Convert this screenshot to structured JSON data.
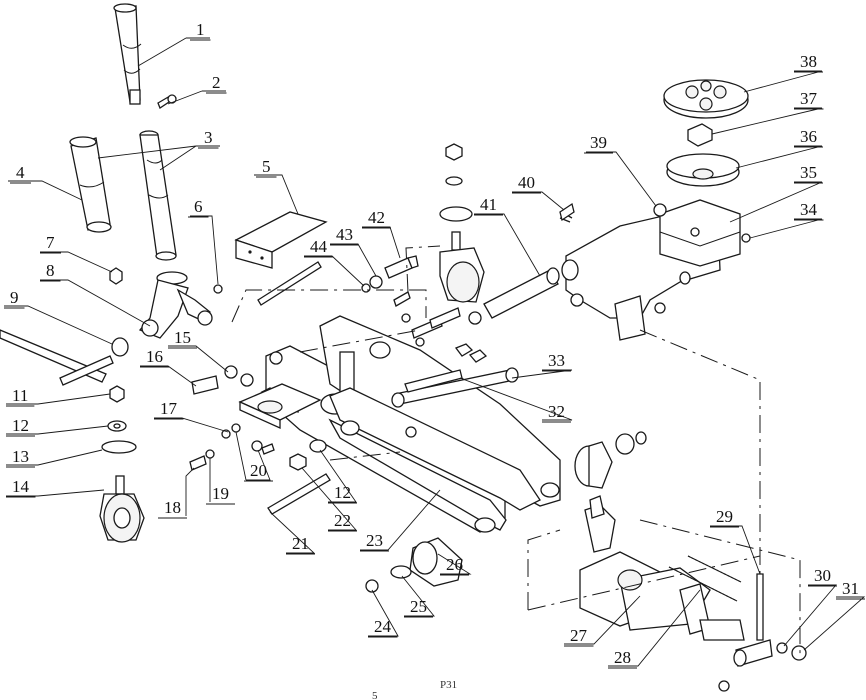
{
  "labels": [
    "1",
    "2",
    "3",
    "4",
    "5",
    "6",
    "7",
    "8",
    "9",
    "11",
    "12",
    "13",
    "14",
    "15",
    "16",
    "17",
    "18",
    "19",
    "20",
    "21",
    "22",
    "12",
    "23",
    "24",
    "25",
    "26",
    "27",
    "28",
    "29",
    "30",
    "31",
    "32",
    "33",
    "34",
    "35",
    "36",
    "37",
    "38",
    "39",
    "40",
    "41",
    "42",
    "43",
    "44"
  ],
  "page_marks": {
    "left": "5",
    "right": "P31"
  },
  "colors": {
    "ink": "#1a1a1a",
    "paper": "#ffffff"
  }
}
